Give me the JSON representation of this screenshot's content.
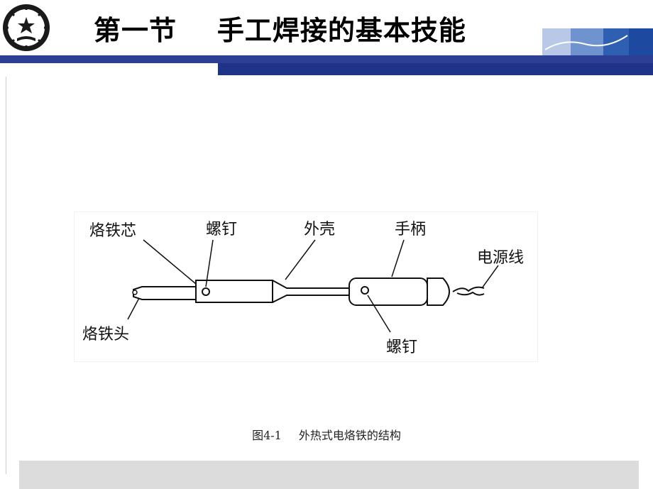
{
  "header": {
    "title": "第一节    手工焊接的基本技能"
  },
  "figure": {
    "labels": {
      "iron_core": "烙铁芯",
      "screw_top": "螺钉",
      "shell": "外壳",
      "handle": "手柄",
      "power_cord": "电源线",
      "iron_tip": "烙铁头",
      "screw_bottom": "螺钉"
    },
    "caption_number": "图4-1",
    "caption_text": "外热式电烙铁的结构"
  },
  "colors": {
    "band": "#2c3f95",
    "footer": "#dcdcdc"
  }
}
